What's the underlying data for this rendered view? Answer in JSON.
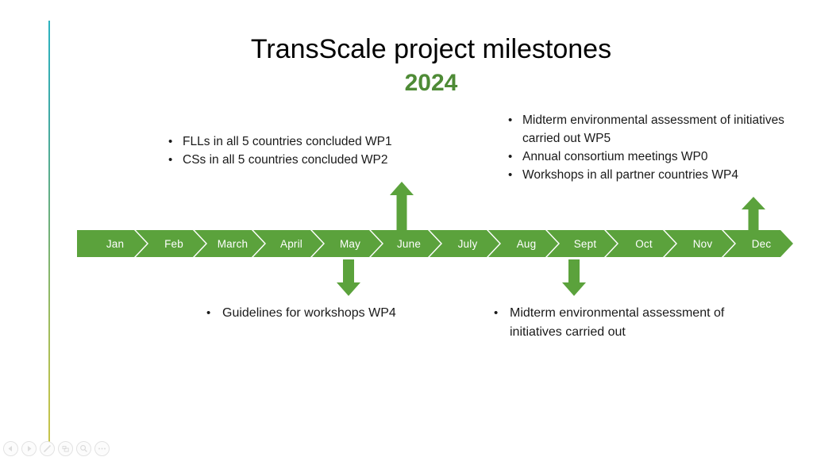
{
  "slide": {
    "title": "TransScale project milestones",
    "year": "2024",
    "year_color": "#4E8B36",
    "timeline_color": "#5BA23C",
    "accent_line": {
      "top_color": "#2BB3C0",
      "bottom_color": "#C9C44A"
    }
  },
  "timeline": {
    "months": [
      {
        "label": "Jan"
      },
      {
        "label": "Feb"
      },
      {
        "label": "March"
      },
      {
        "label": "April"
      },
      {
        "label": "May"
      },
      {
        "label": "June"
      },
      {
        "label": "July"
      },
      {
        "label": "Aug"
      },
      {
        "label": "Sept"
      },
      {
        "label": "Oct"
      },
      {
        "label": "Nov"
      },
      {
        "label": "Dec"
      }
    ]
  },
  "callouts": {
    "top_left": {
      "anchor_month": "June",
      "arrow_direction": "up",
      "items": [
        "FLLs in all 5 countries concluded WP1",
        "CSs in all 5 countries concluded WP2"
      ]
    },
    "top_right": {
      "anchor_month": "Dec",
      "arrow_direction": "up",
      "items": [
        "Midterm environmental assessment of initiatives carried out WP5",
        "Annual consortium meetings WP0",
        "Workshops in all partner countries WP4"
      ]
    },
    "bottom_left": {
      "anchor_month": "May",
      "arrow_direction": "down",
      "items": [
        "Guidelines for workshops WP4"
      ]
    },
    "bottom_right": {
      "anchor_month": "Sept",
      "arrow_direction": "down",
      "items": [
        "Midterm environmental assessment of initiatives carried out"
      ]
    }
  },
  "bullet_glyph": "•",
  "player_toolbar": {
    "buttons": [
      {
        "name": "previous-slide",
        "icon": "chevron-left-icon"
      },
      {
        "name": "next-slide",
        "icon": "play-icon"
      },
      {
        "name": "pen-tool",
        "icon": "pen-icon"
      },
      {
        "name": "slide-overview",
        "icon": "grid-icon"
      },
      {
        "name": "zoom-tool",
        "icon": "magnifier-icon"
      },
      {
        "name": "more-options",
        "icon": "ellipsis-icon"
      }
    ]
  }
}
